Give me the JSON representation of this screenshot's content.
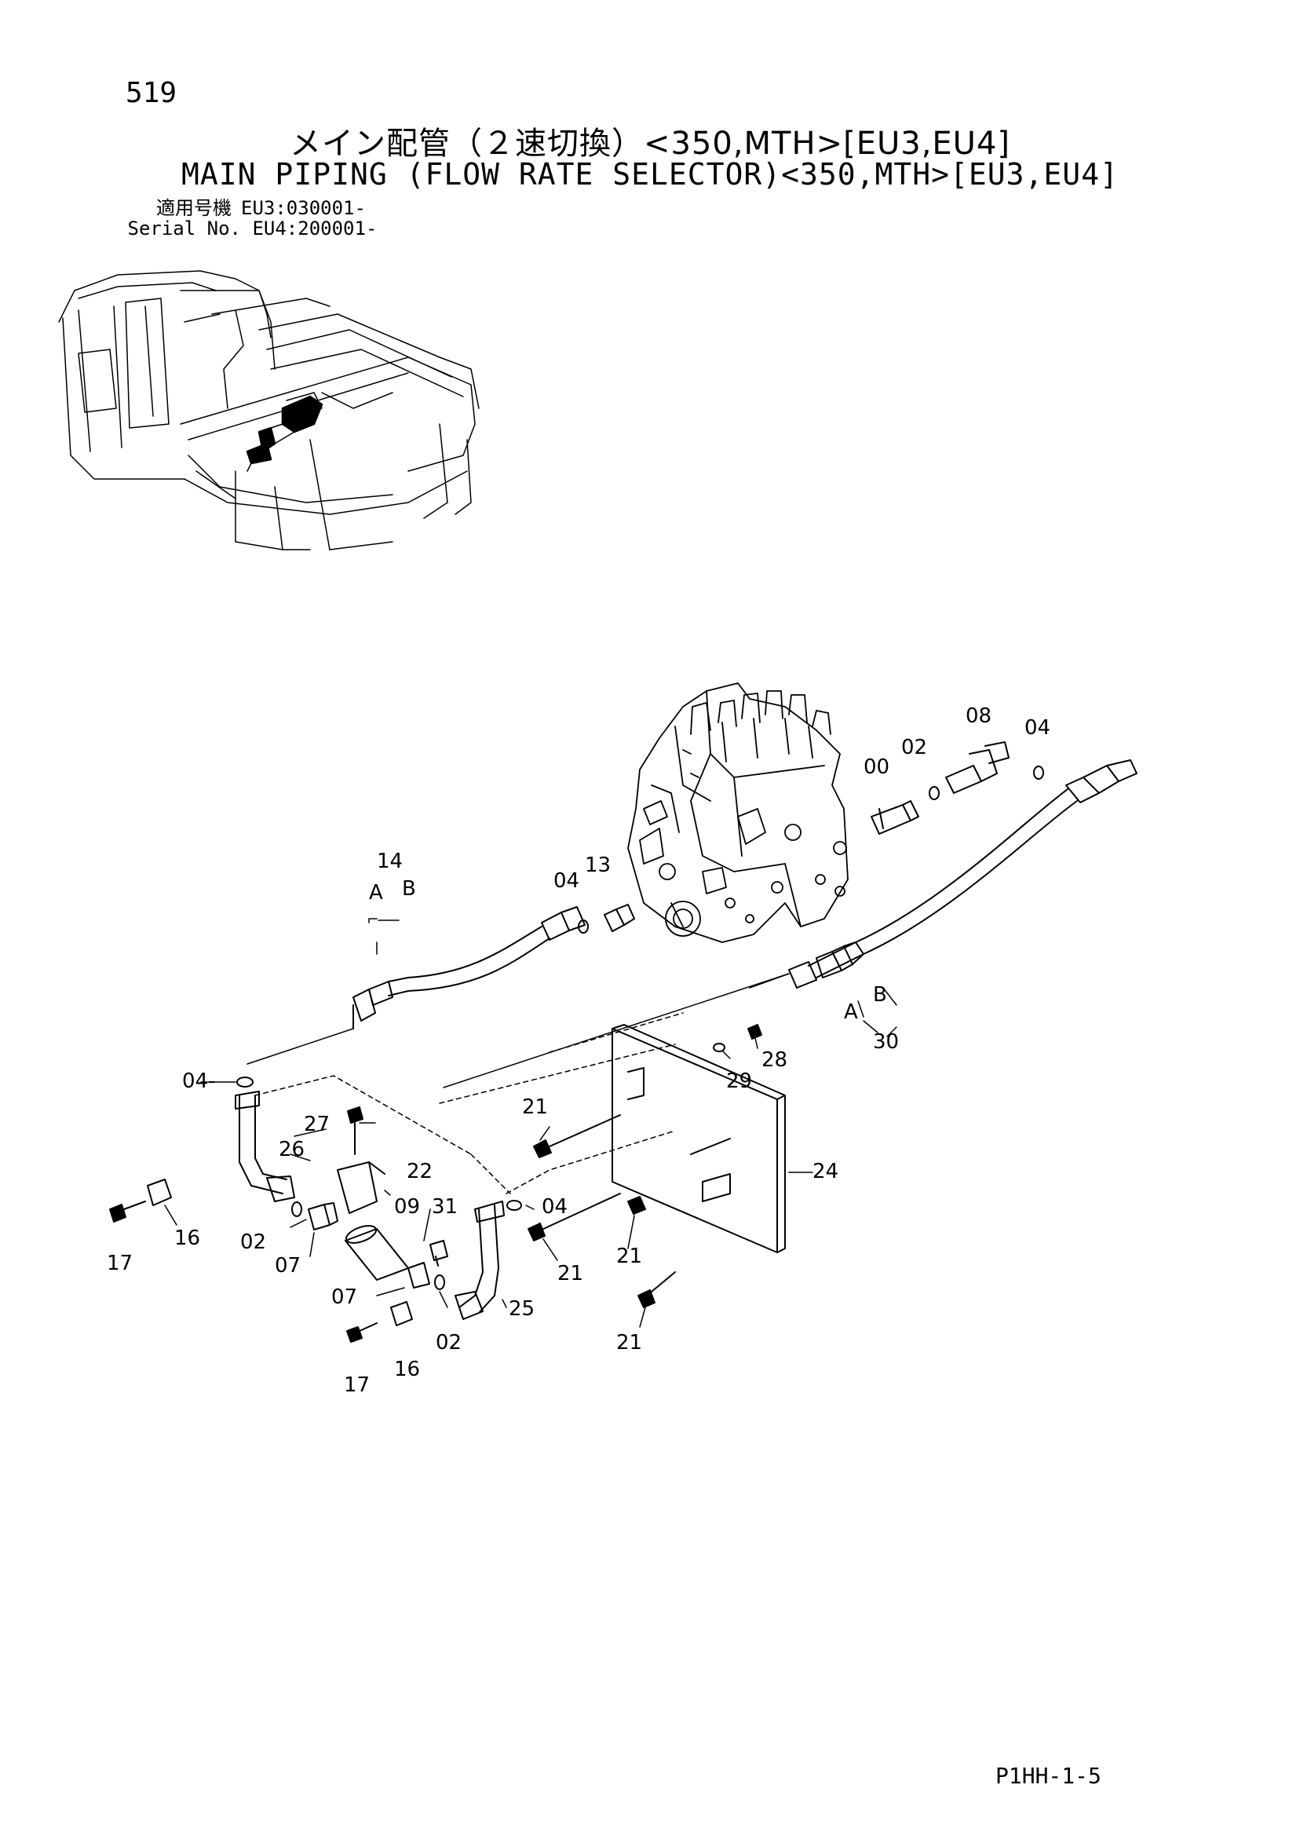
{
  "page_number": "519",
  "title_jp": "メイン配管（２速切換）<350,MTH>[EU3,EU4]",
  "title_en": "MAIN PIPING (FLOW RATE SELECTOR)<350,MTH>[EU3,EU4]",
  "serial": {
    "label_jp": "適用号機",
    "label_en": "Serial No.",
    "eu3": "EU3:030001-",
    "eu4": "EU4:200001-"
  },
  "callouts": [
    {
      "id": "c08",
      "text": "08"
    },
    {
      "id": "c04a",
      "text": "04"
    },
    {
      "id": "c02a",
      "text": "02"
    },
    {
      "id": "c00",
      "text": "00"
    },
    {
      "id": "c14",
      "text": "14"
    },
    {
      "id": "cA1",
      "text": "A"
    },
    {
      "id": "cB1",
      "text": "B"
    },
    {
      "id": "c04b",
      "text": "04"
    },
    {
      "id": "c13",
      "text": "13"
    },
    {
      "id": "cB2",
      "text": "B"
    },
    {
      "id": "cA2",
      "text": "A"
    },
    {
      "id": "c30",
      "text": "30"
    },
    {
      "id": "c28",
      "text": "28"
    },
    {
      "id": "c29",
      "text": "29"
    },
    {
      "id": "c04c",
      "text": "04-"
    },
    {
      "id": "c21a",
      "text": "21"
    },
    {
      "id": "c27",
      "text": "27"
    },
    {
      "id": "c26",
      "text": "26"
    },
    {
      "id": "c22",
      "text": "22"
    },
    {
      "id": "c24",
      "text": "24"
    },
    {
      "id": "c09",
      "text": "09"
    },
    {
      "id": "c31",
      "text": "31"
    },
    {
      "id": "c04d",
      "text": "04"
    },
    {
      "id": "c16a",
      "text": "16"
    },
    {
      "id": "c02b",
      "text": "02"
    },
    {
      "id": "c17a",
      "text": "17"
    },
    {
      "id": "c07a",
      "text": "07"
    },
    {
      "id": "c21b",
      "text": "21"
    },
    {
      "id": "c21c",
      "text": "21"
    },
    {
      "id": "c07b",
      "text": "07"
    },
    {
      "id": "c25",
      "text": "25"
    },
    {
      "id": "c02c",
      "text": "02"
    },
    {
      "id": "c21d",
      "text": "21"
    },
    {
      "id": "c16b",
      "text": "16"
    },
    {
      "id": "c17b",
      "text": "17"
    }
  ],
  "footer_code": "P1HH-1-5"
}
